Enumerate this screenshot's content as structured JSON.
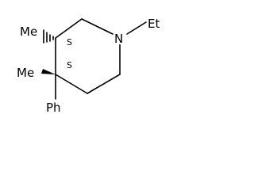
{
  "molecule": {
    "labels": {
      "nitrogen": "N",
      "n_ethyl": "Et",
      "c3_methyl": "Me",
      "c4_methyl": "Me",
      "c4_phenyl": "Ph",
      "c3_stereo": "S",
      "c4_stereo": "S"
    },
    "colors": {
      "bonds": "#000000",
      "text": "#000000",
      "background": "#ffffff"
    }
  }
}
